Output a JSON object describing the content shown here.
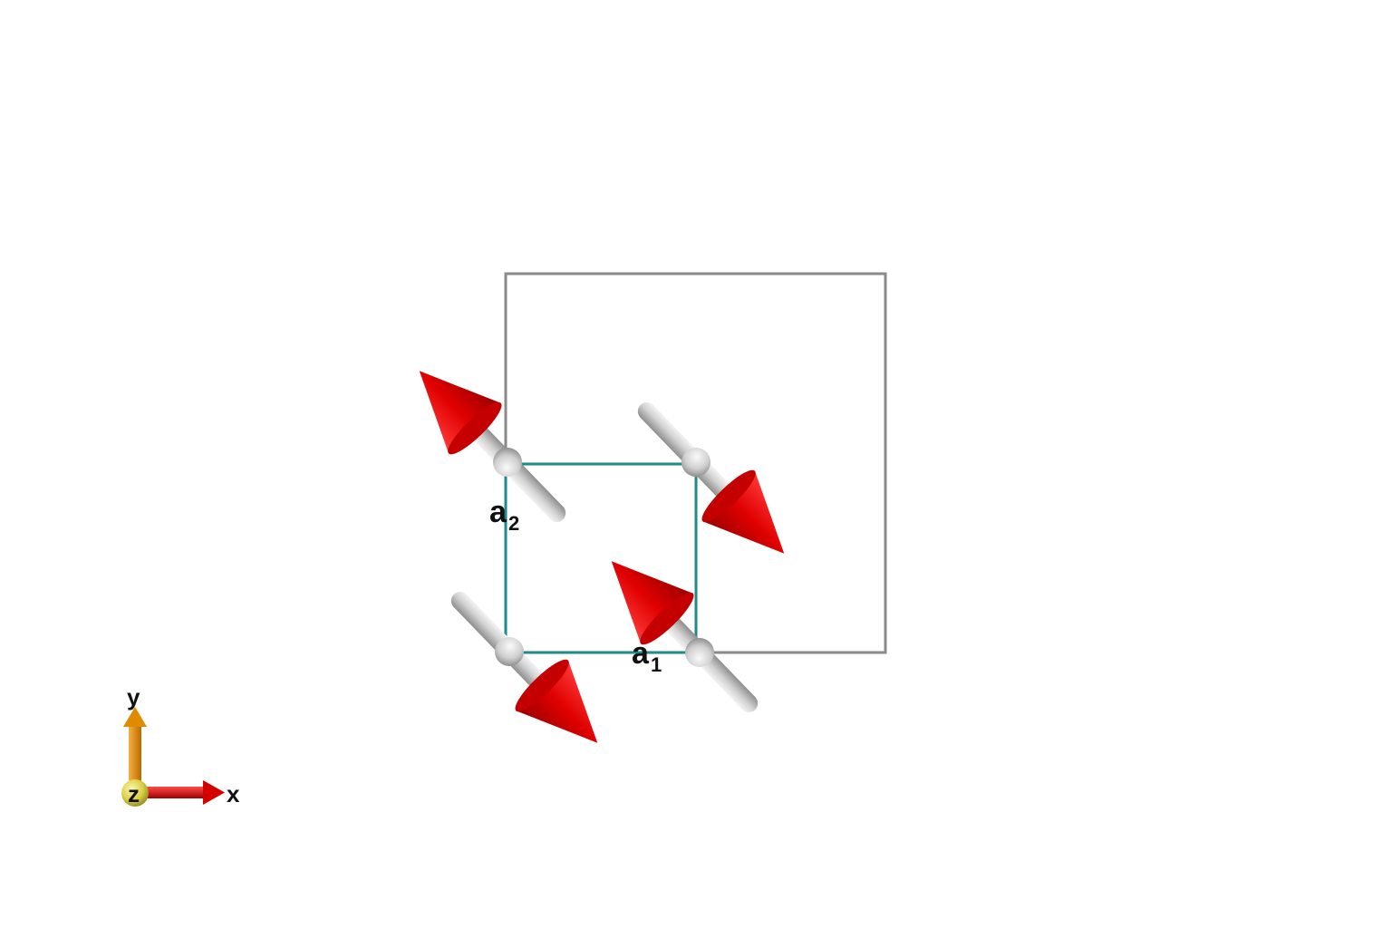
{
  "lattice_labels": {
    "a1_main": "a",
    "a1_sub": "1",
    "a2_main": "a",
    "a2_sub": "2"
  },
  "axes_labels": {
    "x": "x",
    "y": "y",
    "z": "z"
  },
  "colors": {
    "background": "#ffffff",
    "outer_cell": "#8a8a8a",
    "inner_cell": "#1f8a8a",
    "spin_cone": "#e00000",
    "spin_rod": "#c8c8c8",
    "x_axis": "#d40000",
    "y_axis": "#e08a00",
    "z_axis": "#d8d040"
  },
  "spins": [
    {
      "site": "corner-bottom-left",
      "direction": "down-right"
    },
    {
      "site": "corner-bottom-right",
      "direction": "up-left"
    },
    {
      "site": "corner-top-left",
      "direction": "up-left"
    },
    {
      "site": "corner-top-right",
      "direction": "down-right"
    }
  ]
}
